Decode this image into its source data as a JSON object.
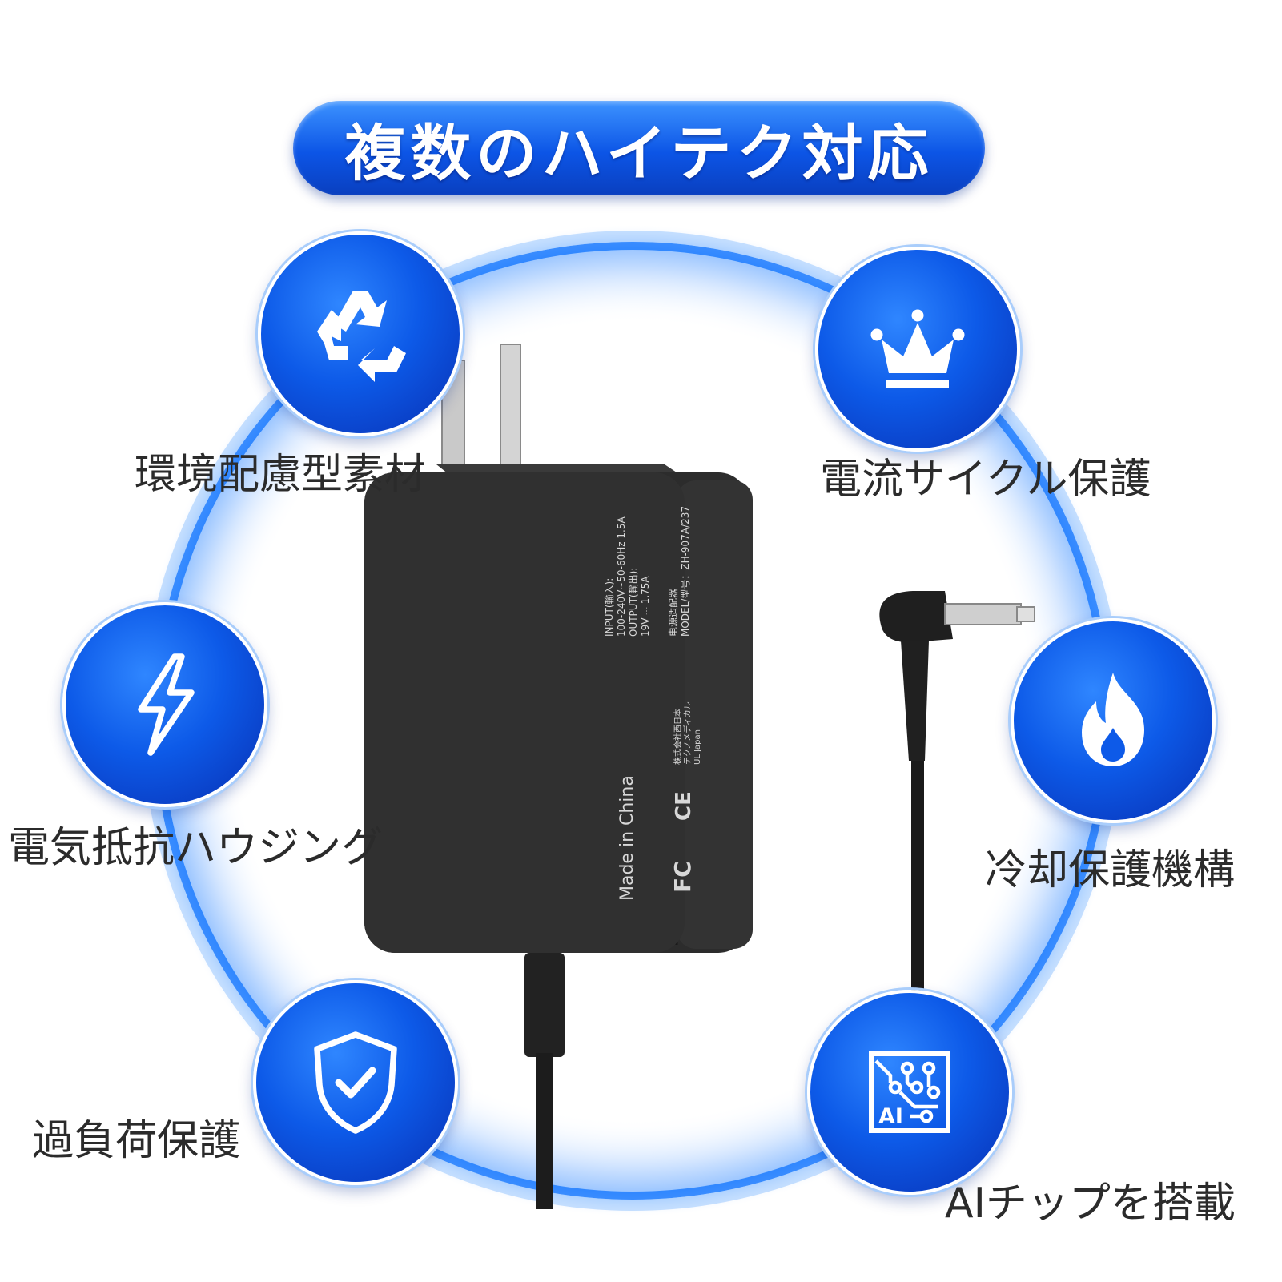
{
  "header": {
    "title": "複数のハイテク対応"
  },
  "features": [
    {
      "label": "環境配慮型素材",
      "icon": "recycle-icon"
    },
    {
      "label": "電流サイクル保護",
      "icon": "crown-icon"
    },
    {
      "label": "電気抵抗ハウジング",
      "icon": "lightning-bolt-icon"
    },
    {
      "label": "冷却保護機構",
      "icon": "flame-icon"
    },
    {
      "label": "過負荷保護",
      "icon": "shield-check-icon"
    },
    {
      "label": "AIチップを搭載",
      "icon": "ai-chip-icon"
    }
  ],
  "product": {
    "made_in": "Made in China",
    "spec_input": "INPUT(輸入):",
    "spec_input_value": "100-240V~50-60Hz 1.5A",
    "spec_output": "OUTPUT(輸出):",
    "spec_output_value": "19V ⎓ 1.75A",
    "model_name": "电源适配器",
    "model_number": "MODEL/型号：ZH-907A/237",
    "cert_company": "株式会社西日本",
    "cert_lab": "テクノメディカル",
    "cert_ul": "UL Japan",
    "cert_fcc": "FC",
    "cert_ce": "CE",
    "ai_chip_text": "AI"
  },
  "colors": {
    "accent": "#0d5ae8",
    "ring": "#cfe3ff",
    "adapter": "#2a2a2a"
  }
}
